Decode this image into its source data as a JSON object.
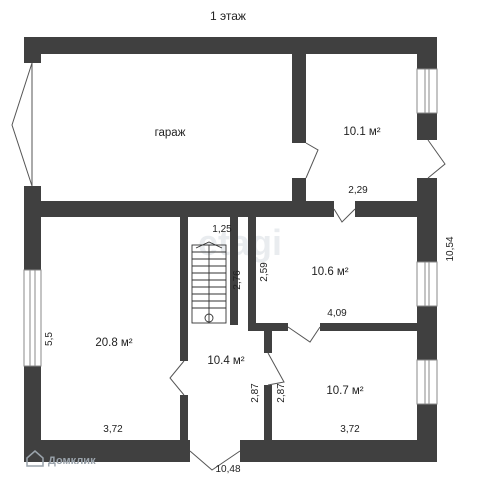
{
  "plan": {
    "title": "1 этаж",
    "rooms": {
      "garage": "гараж",
      "room_top_right": "10.1 м²",
      "room_mid_right": "10.6 м²",
      "room_left": "20.8 м²",
      "hall": "10.4 м²",
      "room_bottom_right": "10.7 м²"
    },
    "dims": {
      "d_2_29": "2,29",
      "d_1_25": "1,25",
      "d_2_76": "2,76",
      "d_2_59": "2,59",
      "d_10_54": "10,54",
      "d_4_09": "4,09",
      "d_5_5": "5,5",
      "d_2_87_a": "2,87",
      "d_2_87_b": "2,87",
      "d_3_72_left": "3,72",
      "d_3_72_right": "3,72",
      "d_10_48": "10,48"
    },
    "watermark": "etagi",
    "brand": "Домклик",
    "colors": {
      "wall": "#404040",
      "text": "#222222"
    }
  }
}
